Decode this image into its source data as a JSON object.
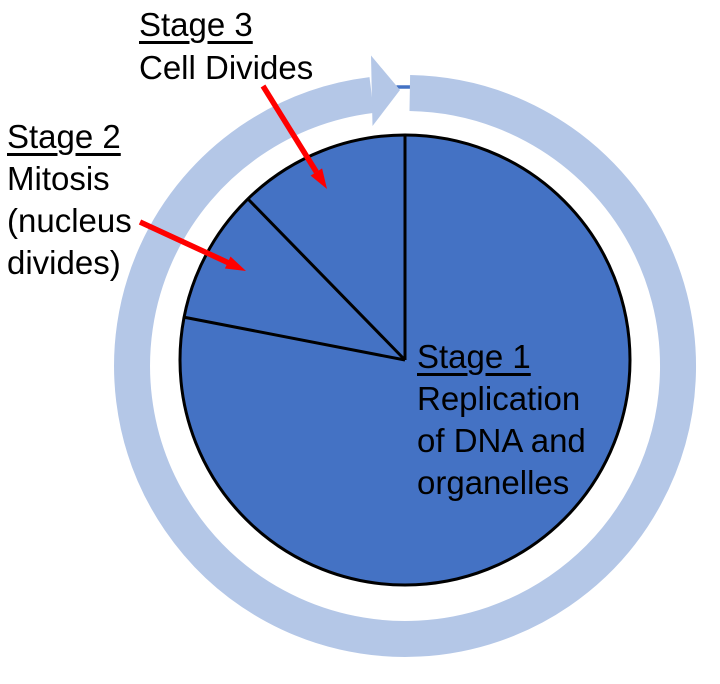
{
  "labels": {
    "stage1": {
      "title": "Stage 1",
      "line1": "Replication",
      "line2": "of DNA and",
      "line3": "organelles"
    },
    "stage2": {
      "title": "Stage 2",
      "line1": "Mitosis",
      "line2": "(nucleus",
      "line3": "divides)"
    },
    "stage3": {
      "title": "Stage 3",
      "line1": "Cell Divides"
    }
  },
  "colors": {
    "pie_fill": "#4472C4",
    "pie_outline": "#000000",
    "cycle_ring": "#B4C7E7",
    "pointer_arrow": "#FF0000",
    "text": "#000000",
    "background": "#FFFFFF"
  },
  "chart_data": {
    "type": "pie",
    "title": "Cell cycle stages",
    "segments": [
      {
        "label": "Stage 1 Replication of DNA and organelles",
        "angle_deg": 281,
        "share": 0.78
      },
      {
        "label": "Stage 2 Mitosis (nucleus divides)",
        "angle_deg": 35,
        "share": 0.1
      },
      {
        "label": "Stage 3 Cell Divides",
        "angle_deg": 44,
        "share": 0.12
      }
    ],
    "annotations": [
      "red arrow from Stage 2 label to its slice",
      "red arrow from Stage 3 label to its slice",
      "light blue clockwise ring arrow encircling the pie"
    ],
    "legend_position": "none"
  }
}
